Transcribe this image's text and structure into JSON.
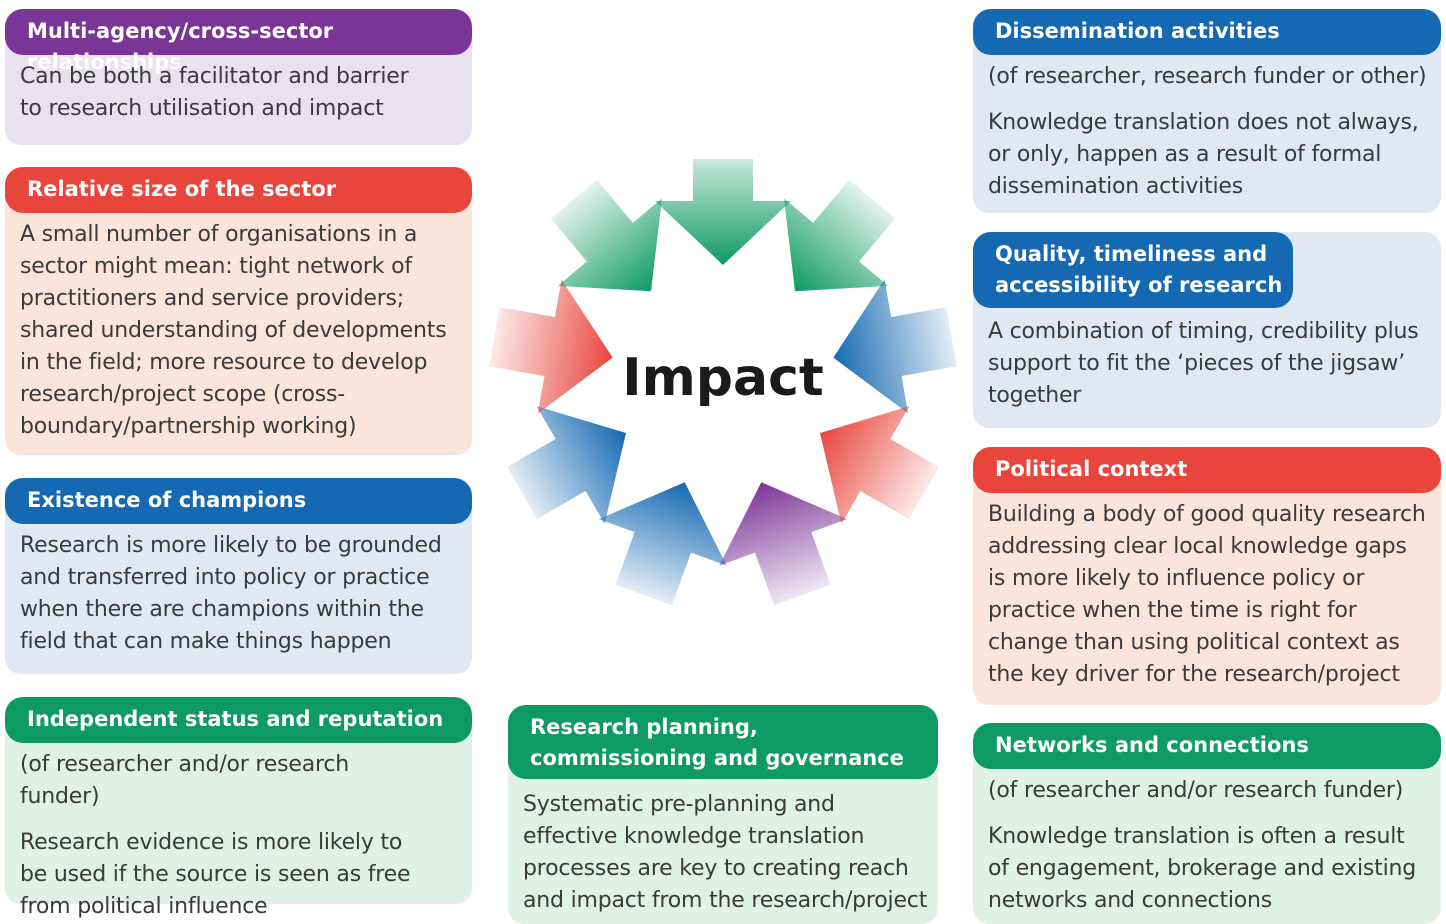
{
  "center_label": "Impact",
  "colors": {
    "purple": "#7b3596",
    "red": "#e8463c",
    "blue": "#1569b2",
    "green": "#0e9a64"
  },
  "arrows": [
    {
      "name": "arrow-purple",
      "color": "purple"
    },
    {
      "name": "arrow-blue-top",
      "color": "blue"
    },
    {
      "name": "arrow-blue-right",
      "color": "blue"
    },
    {
      "name": "arrow-red-right",
      "color": "red"
    },
    {
      "name": "arrow-green-right",
      "color": "green"
    },
    {
      "name": "arrow-green-bottom",
      "color": "green"
    },
    {
      "name": "arrow-green-left",
      "color": "green"
    },
    {
      "name": "arrow-blue-left",
      "color": "blue"
    },
    {
      "name": "arrow-red-left",
      "color": "red"
    }
  ],
  "cards": {
    "multi_agency": {
      "title": "Multi-agency/cross-sector relationships",
      "paragraphs": [
        "Can be both a facilitator and barrier to research utilisation and impact"
      ]
    },
    "relative_size": {
      "title": "Relative size of the sector",
      "paragraphs": [
        "A small number of organisations in a sector might mean: tight network of practitioners and service providers; shared understanding of developments in the field; more resource to develop research/project scope (cross-boundary/partnership working)"
      ]
    },
    "champions": {
      "title": "Existence of champions",
      "paragraphs": [
        "Research is more likely to be grounded and transferred into policy or practice when there are champions within the field that can make things happen"
      ]
    },
    "independent": {
      "title": "Independent status and reputation",
      "paragraphs": [
        "(of researcher and/or research funder)",
        "Research evidence is more likely to be used if the source is seen as free from political influence"
      ]
    },
    "planning": {
      "title": "Research planning, commissioning and governance",
      "paragraphs": [
        "Systematic pre-planning and effective knowledge translation processes are key to creating reach and impact from the research/project"
      ]
    },
    "dissemination": {
      "title": "Dissemination activities",
      "paragraphs": [
        "(of researcher, research funder or other)",
        "Knowledge translation does not always, or only, happen as a result of formal dissemination activities"
      ]
    },
    "quality": {
      "title": "Quality, timeliness and accessibility of research",
      "paragraphs": [
        "A combination of timing, credibility plus support to fit the ‘pieces of the jigsaw’ together"
      ]
    },
    "political": {
      "title": "Political context",
      "paragraphs": [
        "Building a body of good quality research addressing clear local knowledge gaps is more likely to influence policy or practice when the time is right for change than using political context as the key driver for the research/project"
      ]
    },
    "networks": {
      "title": "Networks and connections",
      "paragraphs": [
        "(of researcher and/or research funder)",
        "Knowledge translation is often a result of engagement, brokerage and existing networks and connections"
      ]
    }
  }
}
